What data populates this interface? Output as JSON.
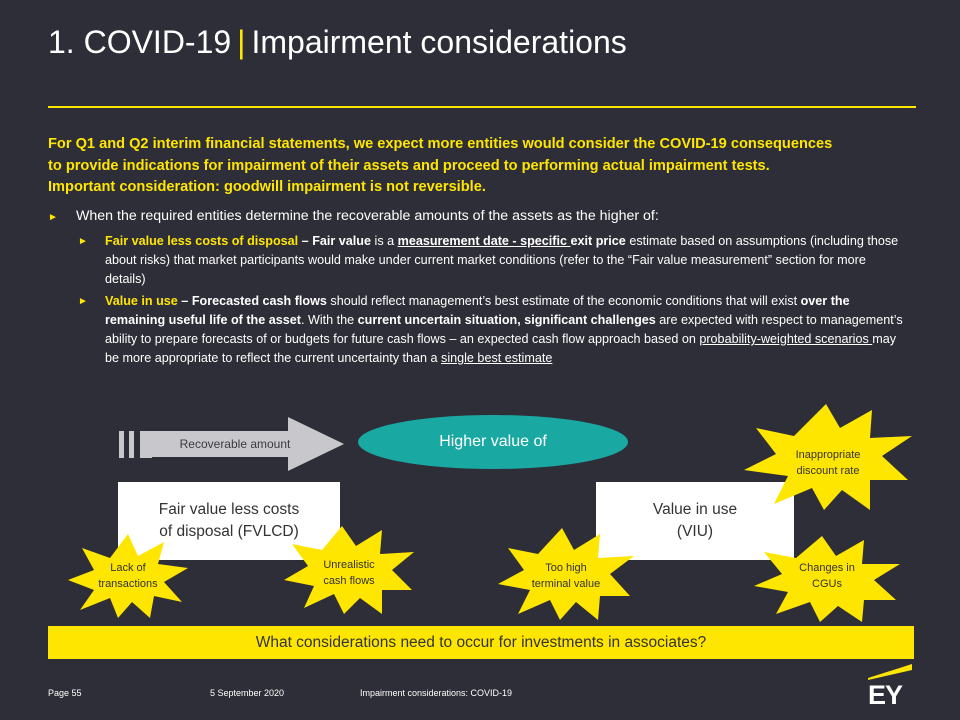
{
  "header": {
    "title_prefix": "1. COVID-19",
    "title_sep": "|",
    "title_main": "Impairment considerations"
  },
  "intro": {
    "line1": "For Q1 and Q2 interim financial statements, we expect more entities would consider the COVID-19 consequences",
    "line2": "to provide indications for impairment of their assets and proceed to performing actual impairment tests.",
    "line3": "Important consideration: goodwill impairment is not reversible."
  },
  "bullet": {
    "marker": "►",
    "text": "When the required entities determine the recoverable amounts of the assets as the higher of:"
  },
  "sub1": {
    "marker": "►",
    "label": "Fair value less costs of disposal",
    "dash": " – ",
    "fv": "Fair value",
    "t1": " is a ",
    "mds": "measurement date - specific ",
    "ep": "exit price",
    "t2": " estimate based on assumptions (including those about risks) that market participants would make under current market conditions (refer to the “Fair value measurement” section for more details)"
  },
  "sub2": {
    "marker": "►",
    "label": "Value in use",
    "dash": " – ",
    "fcf": "Forecasted cash flows",
    "t1": " should reflect management’s best estimate of the economic conditions that will exist ",
    "rul": "over the remaining useful life of the asset",
    "t2": ". With the ",
    "cus": "current uncertain situation, significant challenges",
    "t3": " are expected with respect to management’s ability to prepare forecasts of or budgets for future cash flows – an expected cash flow approach based on ",
    "pws": "probability-weighted scenarios ",
    "t4": "may be more appropriate to reflect the current uncertainty than a ",
    "sbe": "single best estimate"
  },
  "diagram": {
    "arrow_label": "Recoverable amount",
    "ellipse_label": "Higher value of",
    "box_fvlcd_line1": "Fair value less costs",
    "box_fvlcd_line2": "of disposal (FVLCD)",
    "box_viu_line1": "Value in use",
    "box_viu_line2": "(VIU)",
    "star_lack_1": "Lack of",
    "star_lack_2": "transactions",
    "star_unreal_1": "Unrealistic",
    "star_unreal_2": "cash flows",
    "star_terminal_1": "Too high",
    "star_terminal_2": "terminal value",
    "star_discount_1": "Inappropriate",
    "star_discount_2": "discount rate",
    "star_cgu_1": "Changes in",
    "star_cgu_2": "CGUs"
  },
  "question": "What considerations need to occur for investments in associates?",
  "footer": {
    "page": "Page 55",
    "date": "5 September 2020",
    "topic": "Impairment considerations: COVID-19",
    "logo": "EY"
  },
  "colors": {
    "background": "#2e2e38",
    "accent": "#ffe600",
    "teal": "#1aa8a3",
    "text": "#ffffff"
  }
}
